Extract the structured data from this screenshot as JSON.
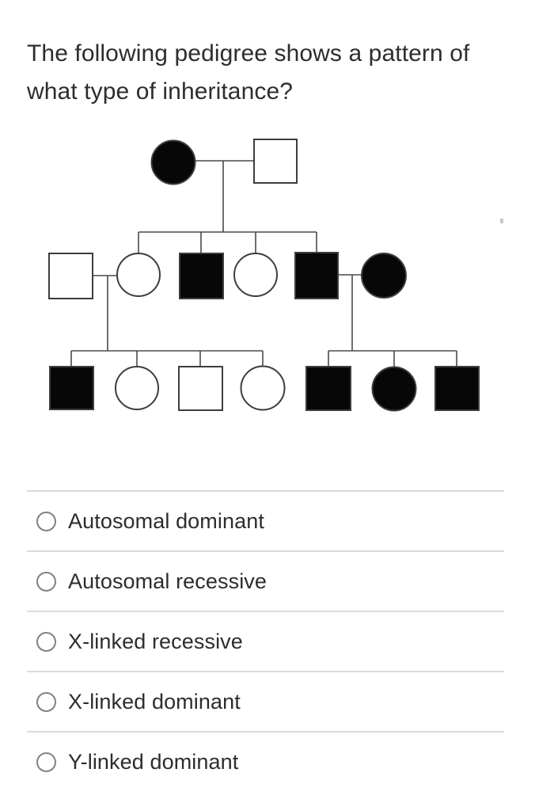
{
  "question": {
    "title": "The following pedigree shows a pattern of what type of inheritance?"
  },
  "pedigree": {
    "type": "pedigree-diagram",
    "generations": 3,
    "colors": {
      "affected_fill": "#070707",
      "unaffected_fill": "#ffffff",
      "outline": "#3d3d3d",
      "line": "#4a4a4a"
    },
    "individuals": [
      {
        "id": "I-1",
        "generation": 1,
        "sex": "female",
        "affected": true,
        "role": "grandmother"
      },
      {
        "id": "I-2",
        "generation": 1,
        "sex": "male",
        "affected": false,
        "role": "grandfather"
      },
      {
        "id": "II-1",
        "generation": 2,
        "sex": "male",
        "affected": false,
        "role": "married-in husband"
      },
      {
        "id": "II-2",
        "generation": 2,
        "sex": "female",
        "affected": false,
        "role": "daughter of I-1 and I-2"
      },
      {
        "id": "II-3",
        "generation": 2,
        "sex": "male",
        "affected": true,
        "role": "son of I-1 and I-2"
      },
      {
        "id": "II-4",
        "generation": 2,
        "sex": "female",
        "affected": false,
        "role": "daughter of I-1 and I-2"
      },
      {
        "id": "II-5",
        "generation": 2,
        "sex": "male",
        "affected": true,
        "role": "son of I-1 and I-2"
      },
      {
        "id": "II-6",
        "generation": 2,
        "sex": "female",
        "affected": true,
        "role": "married-in wife"
      },
      {
        "id": "III-1",
        "generation": 3,
        "sex": "male",
        "affected": true,
        "role": "son of II-1 and II-2"
      },
      {
        "id": "III-2",
        "generation": 3,
        "sex": "female",
        "affected": false,
        "role": "daughter of II-1 and II-2"
      },
      {
        "id": "III-3",
        "generation": 3,
        "sex": "male",
        "affected": false,
        "role": "son of II-1 and II-2"
      },
      {
        "id": "III-4",
        "generation": 3,
        "sex": "female",
        "affected": false,
        "role": "daughter of II-1 and II-2"
      },
      {
        "id": "III-5",
        "generation": 3,
        "sex": "male",
        "affected": true,
        "role": "son of II-5 and II-6"
      },
      {
        "id": "III-6",
        "generation": 3,
        "sex": "female",
        "affected": true,
        "role": "daughter of II-5 and II-6"
      },
      {
        "id": "III-7",
        "generation": 3,
        "sex": "male",
        "affected": true,
        "role": "son of II-5 and II-6"
      }
    ]
  },
  "options": [
    {
      "label": "Autosomal dominant",
      "selected": false
    },
    {
      "label": "Autosomal recessive",
      "selected": false
    },
    {
      "label": "X-linked recessive",
      "selected": false
    },
    {
      "label": "X-linked dominant",
      "selected": false
    },
    {
      "label": "Y-linked dominant",
      "selected": false
    }
  ],
  "ui_colors": {
    "text": "#2d2d2d",
    "divider": "#dbdbdb",
    "radio_border": "#818181"
  }
}
